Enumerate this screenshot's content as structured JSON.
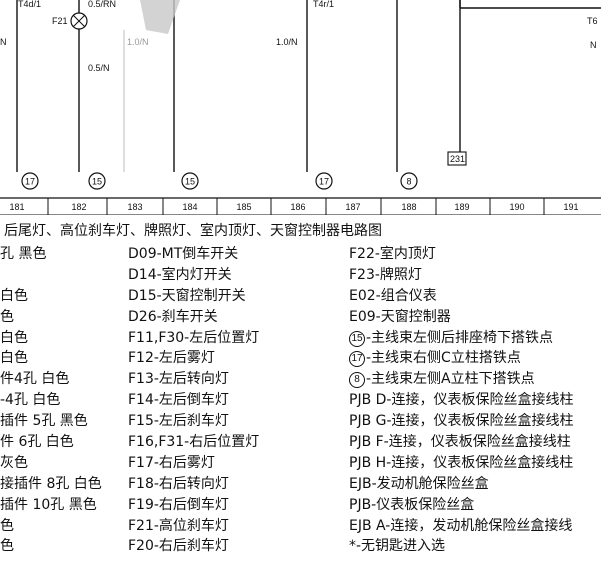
{
  "diagram": {
    "wire_labels": {
      "t4d1": "T4d/1",
      "f21": "F21",
      "wire_05rn": "0.5/RN",
      "n_left": "N",
      "wire_10n_gray": "1.0/N",
      "wire_10n": "1.0/N",
      "wire_05n": "0.5/N",
      "t4r1": "T4r/1",
      "t6": "T6",
      "n_right": "N",
      "box_231": "231"
    },
    "grounds": {
      "g1": "17",
      "g2": "15",
      "g3": "15",
      "g4": "17",
      "g5": "8"
    },
    "cells": [
      "181",
      "182",
      "183",
      "184",
      "185",
      "186",
      "187",
      "188",
      "189",
      "190",
      "191"
    ]
  },
  "caption": "后尾灯、高位刹车灯、牌照灯、室内顶灯、天窗控制器电路图",
  "legend": {
    "col1": [
      "孔  黑色",
      "",
      " 白色",
      "色",
      "  白色",
      "  白色",
      "件4孔 白色",
      "-4孔 白色",
      "插件 5孔 黑色",
      "件 6孔 白色",
      "灰色",
      "接插件 8孔 白色",
      "插件 10孔 黑色",
      "色",
      "色"
    ],
    "col2": [
      "D09-MT倒车开关",
      "D14-室内灯开关",
      "D15-天窗控制开关",
      "D26-刹车开关",
      "F11,F30-左后位置灯",
      "F12-左后雾灯",
      "F13-左后转向灯",
      "F14-左后倒车灯",
      "F15-左后刹车灯",
      "F16,F31-右后位置灯",
      "F17-右后雾灯",
      "F18-右后转向灯",
      "F19-右后倒车灯",
      "F21-高位刹车灯",
      "F20-右后刹车灯"
    ],
    "col3": [
      {
        "badge": "",
        "text": "F22-室内顶灯"
      },
      {
        "badge": "",
        "text": "F23-牌照灯"
      },
      {
        "badge": "",
        "text": "E02-组合仪表"
      },
      {
        "badge": "",
        "text": "E09-天窗控制器"
      },
      {
        "badge": "15",
        "text": "-主线束左侧后排座椅下搭铁点"
      },
      {
        "badge": "17",
        "text": "-主线束右侧C立柱搭铁点"
      },
      {
        "badge": "8",
        "text": "-主线束左侧A立柱下搭铁点"
      },
      {
        "badge": "",
        "text": "PJB D-连接，仪表板保险丝盒接线柱"
      },
      {
        "badge": "",
        "text": "PJB G-连接，仪表板保险丝盒接线柱"
      },
      {
        "badge": "",
        "text": "PJB F-连接，仪表板保险丝盒接线柱"
      },
      {
        "badge": "",
        "text": "PJB H-连接，仪表板保险丝盒接线柱"
      },
      {
        "badge": "",
        "text": "EJB-发动机舱保险丝盒"
      },
      {
        "badge": "",
        "text": "PJB-仪表板保险丝盒"
      },
      {
        "badge": "",
        "text": "EJB A-连接，发动机舱保险丝盒接线"
      },
      {
        "badge": "",
        "text": "*-无钥匙进入选"
      }
    ]
  }
}
